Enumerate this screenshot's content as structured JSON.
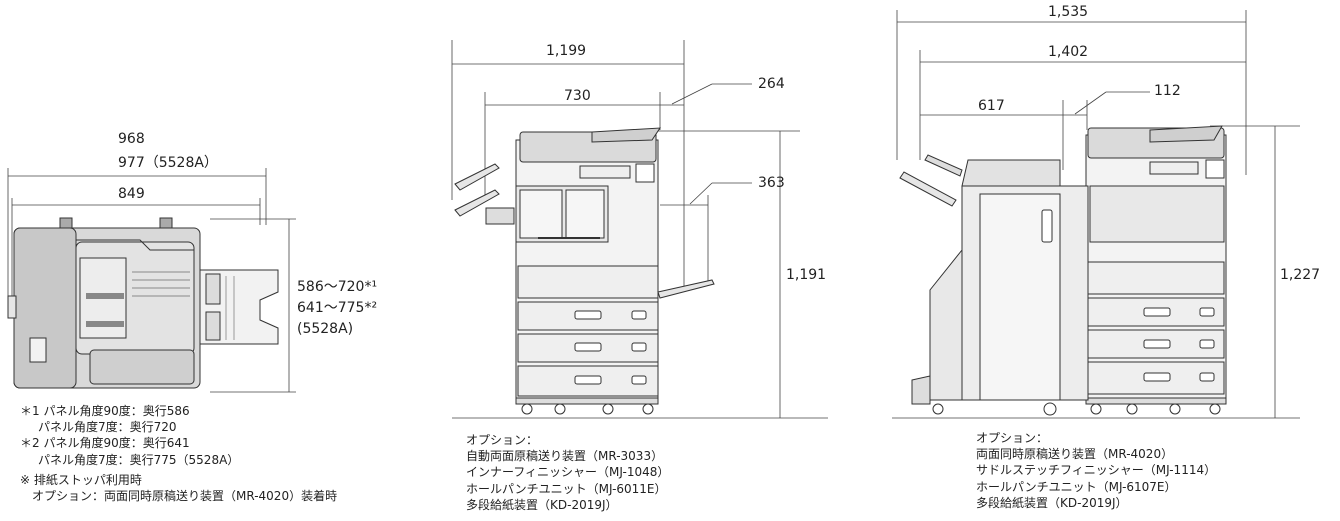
{
  "left_figure": {
    "width_968": "968",
    "width_977": "977（5528A）",
    "width_849": "849",
    "depth_line1": "586～720*¹",
    "depth_line2": "641～775*²",
    "depth_line3": "(5528A)",
    "notes": [
      "＊1 パネル角度90度：奥行586",
      "パネル角度7度：奥行720",
      "＊2 パネル角度90度：奥行641",
      "パネル角度7度：奥行775（5528A）",
      "※ 排紙ストッパ利用時",
      "オプション：両面同時原稿送り装置（MR-4020）装着時"
    ]
  },
  "middle_figure": {
    "dim_1199": "1,199",
    "dim_730": "730",
    "dim_264": "264",
    "dim_363": "363",
    "dim_1191": "1,191",
    "options": [
      "オプション：",
      "自動両面原稿送り装置（MR-3033）",
      "インナーフィニッシャー（MJ-1048）",
      "ホールパンチユニット（MJ-6011E）",
      "多段給紙装置（KD-2019J）"
    ]
  },
  "right_figure": {
    "dim_1535": "1,535",
    "dim_1402": "1,402",
    "dim_617": "617",
    "dim_112": "112",
    "dim_1227": "1,227",
    "options": [
      "オプション：",
      "両面同時原稿送り装置（MR-4020）",
      "サドルステッチフィニッシャー（MJ-1114）",
      "ホールパンチユニット（MJ-6107E）",
      "多段給紙装置（KD-2019J）"
    ]
  }
}
